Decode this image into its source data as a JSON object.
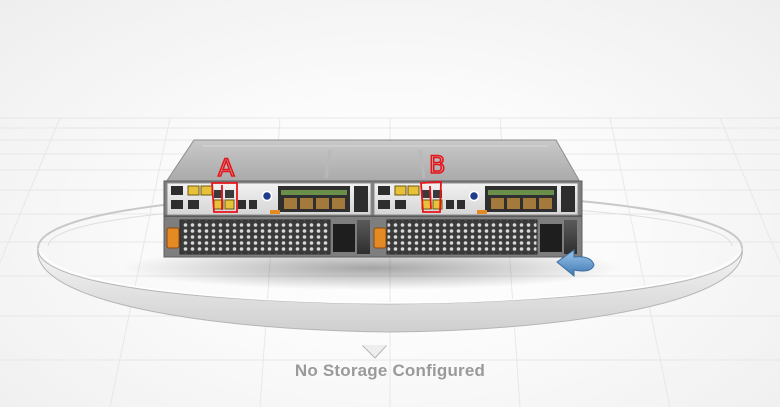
{
  "status": {
    "label": "No Storage Configured"
  },
  "annotations": {
    "marker_a": "A",
    "marker_b": "B"
  },
  "icons": {
    "rotate_arrow": "rotate-arrow-icon"
  },
  "colors": {
    "annotation": "#e8141a",
    "port_yellow": "#e7c13a",
    "handle_orange": "#e48a24",
    "chassis": "#8c8c8c",
    "ring": "#d0d0d0",
    "arrow": "#5b93c8",
    "status_text": "#9a9a9a"
  }
}
